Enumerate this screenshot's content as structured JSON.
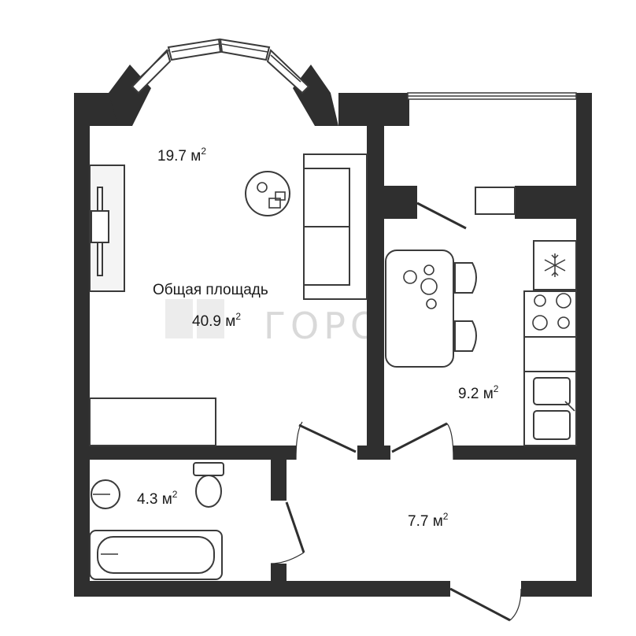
{
  "plan": {
    "living_room": {
      "area_value": "19.7",
      "unit": "м",
      "unit_power": "2"
    },
    "total": {
      "caption": "Общая площадь",
      "area_value": "40.9",
      "unit": "м",
      "unit_power": "2"
    },
    "kitchen": {
      "area_value": "9.2",
      "unit": "м",
      "unit_power": "2"
    },
    "bathroom": {
      "area_value": "4.3",
      "unit": "м",
      "unit_power": "2"
    },
    "hallway": {
      "area_value": "7.7",
      "unit": "м",
      "unit_power": "2"
    },
    "watermark": {
      "text": "ГОРОДА"
    }
  },
  "colors": {
    "walls": "#2f2f2f",
    "background": "#ffffff",
    "watermark": "#d9d9d9"
  },
  "icons": [
    "snowflake-icon",
    "flower-pot-icon",
    "stove-burner-icon",
    "sink-icon",
    "toilet-icon",
    "bathtub-icon"
  ]
}
